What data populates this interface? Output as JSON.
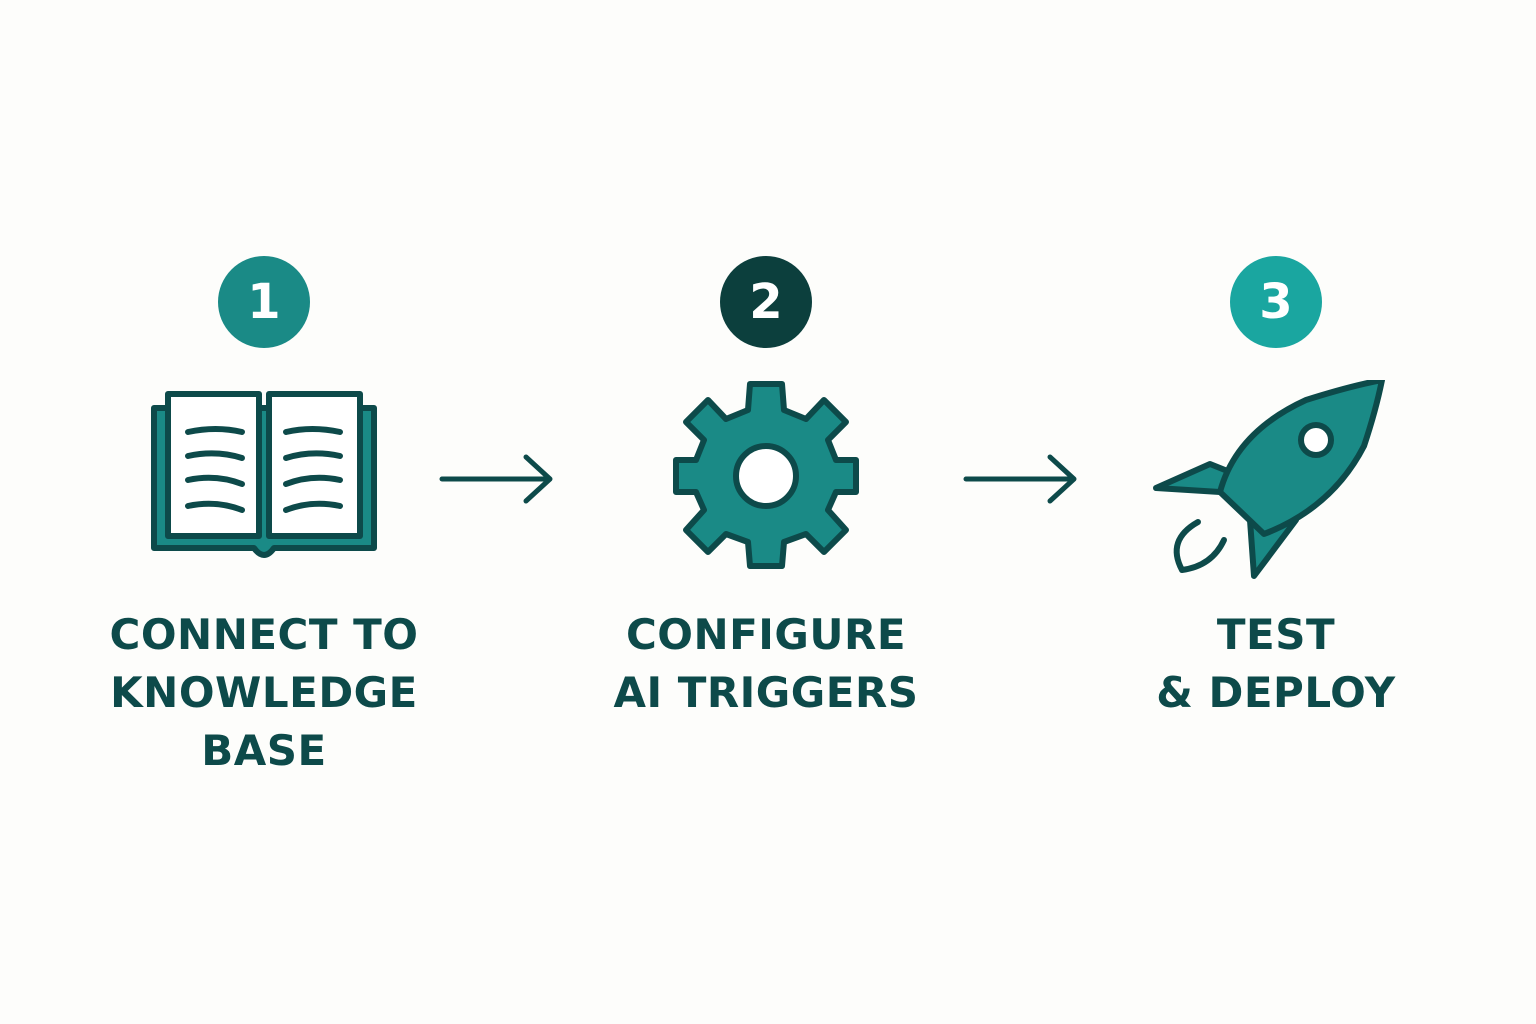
{
  "colors": {
    "background": "#fdfdfb",
    "text": "#0d4a4a",
    "outline": "#0d4a4a",
    "teal": "#1a8a86",
    "dark": "#0c3f3d",
    "bright": "#1aa6a0",
    "white": "#ffffff"
  },
  "steps": [
    {
      "number": "1",
      "badge_color": "#1a8a86",
      "icon": "open-book-icon",
      "label_lines": [
        "CONNECT TO",
        "KNOWLEDGE",
        "BASE"
      ]
    },
    {
      "number": "2",
      "badge_color": "#0c3f3d",
      "icon": "gear-icon",
      "label_lines": [
        "CONFIGURE",
        "AI TRIGGERS"
      ]
    },
    {
      "number": "3",
      "badge_color": "#1aa6a0",
      "icon": "rocket-icon",
      "label_lines": [
        "TEST",
        "& DEPLOY"
      ]
    }
  ],
  "connectors": [
    {
      "from": "1",
      "to": "2",
      "icon": "arrow-right-icon"
    },
    {
      "from": "2",
      "to": "3",
      "icon": "arrow-right-icon"
    }
  ]
}
